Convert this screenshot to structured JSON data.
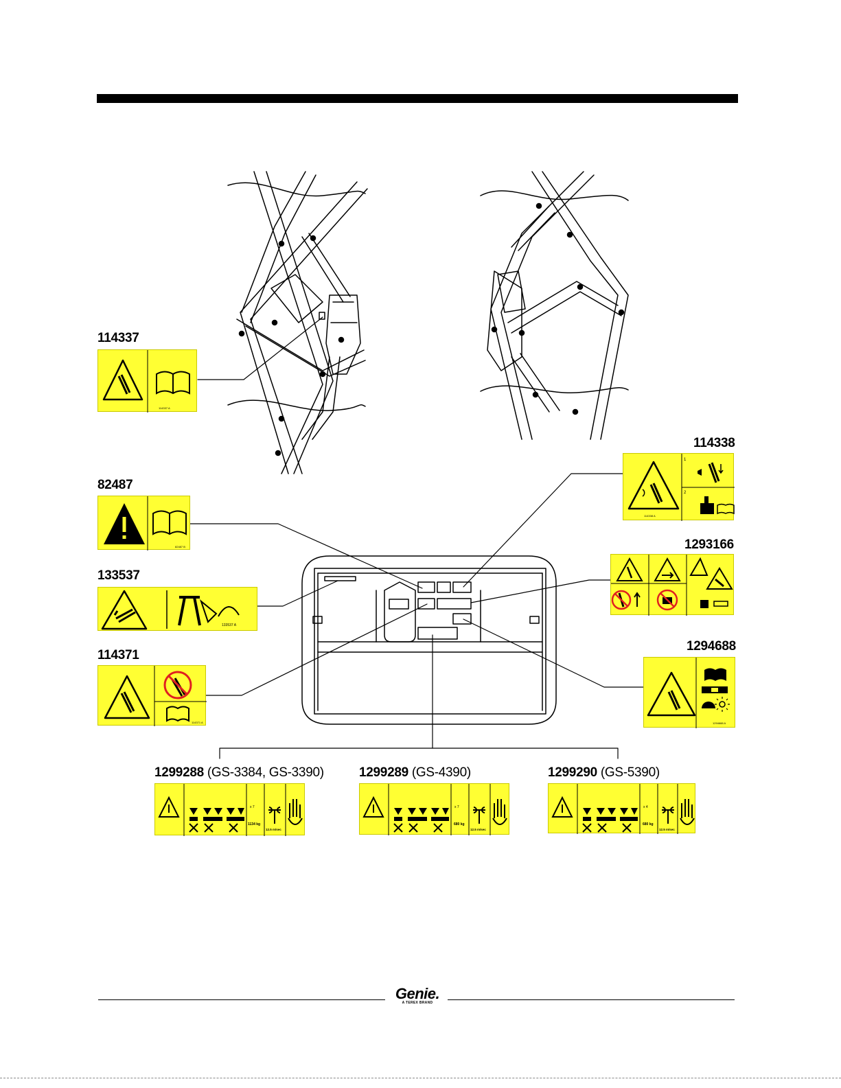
{
  "colors": {
    "decal_yellow": "#ffff33",
    "ink": "#000000",
    "prohibit_red": "#e02020"
  },
  "decals": {
    "d114337": {
      "code": "114337",
      "small_code": "114337 A"
    },
    "d82487": {
      "code": "82487",
      "small_code": "82487 B"
    },
    "d133537": {
      "code": "133537",
      "small_code": "133537 A"
    },
    "d114371": {
      "code": "114371",
      "small_code": "114371 A"
    },
    "d114338": {
      "code": "114338",
      "small_code": "114338 A",
      "step1": "1",
      "step2": "2"
    },
    "d1293166": {
      "code": "1293166"
    },
    "d1294688": {
      "code": "1294688",
      "small_code": "1294688 A"
    },
    "d1299288": {
      "code": "1299288",
      "models": "(GS-3384, GS-3390)",
      "weight": "1134 kg",
      "wind": "12.5 m/sec",
      "count": "x 7"
    },
    "d1299289": {
      "code": "1299289",
      "models": "(GS-4390)",
      "weight": "680 kg",
      "wind": "12.5 m/sec",
      "count": "x 7"
    },
    "d1299290": {
      "code": "1299290",
      "models": "(GS-5390)",
      "weight": "680 kg",
      "wind": "12.5 m/sec",
      "count": "x 4"
    }
  },
  "logo": {
    "brand": "Genie.",
    "tagline": "A TEREX BRAND"
  },
  "icons": [
    "warning-triangle-icon",
    "manual-book-icon",
    "exclamation-icon",
    "tip-over-icon",
    "prohibited-icon",
    "hand-icon",
    "wind-icon",
    "scissor-lift-icon"
  ]
}
